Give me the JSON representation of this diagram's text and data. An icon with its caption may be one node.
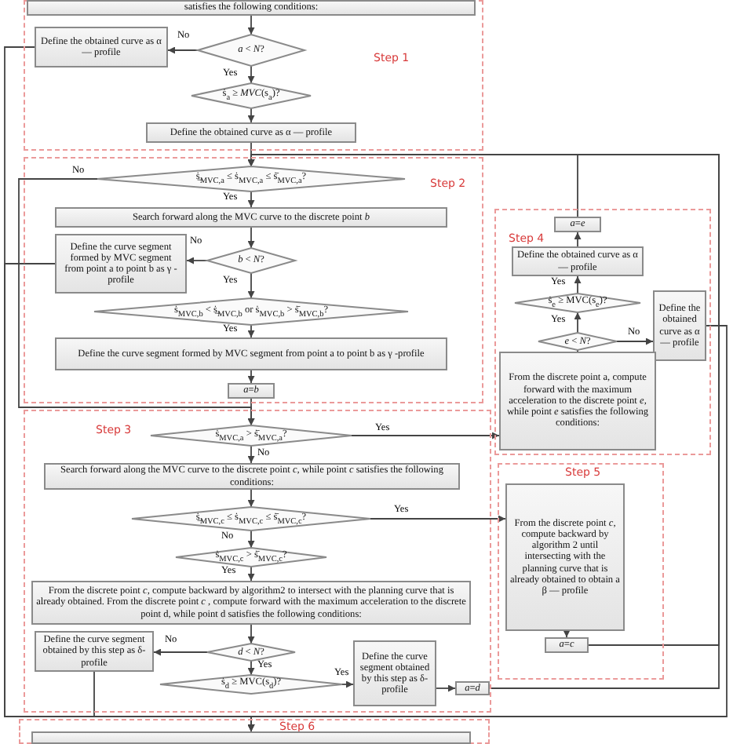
{
  "diagram": {
    "nodes": [
      {
        "text": [
          "Step 1"
        ]
      },
      {
        "text": [
          "satisfies the following conditions:"
        ],
        "in": 0
      },
      {
        "text": [
          "Define the obtained curve as α — profile"
        ],
        "in": 0
      },
      {
        "text": [
          "*a* < *N*?"
        ],
        "in": 0
      },
      {
        "text": [
          "ṡ$_{a}$ ≥ *MVC*(s$_{a}$)?"
        ],
        "in": 0
      },
      {
        "text": [
          "Define the obtained curve as α — profile"
        ],
        "in": 0
      },
      {
        "text": [
          "Step 2"
        ]
      },
      {
        "text": [
          "ṡ̲$_{MVC,a}$ ≤ ṡ$_{MVC,a}$ ≤ ṡ̄$_{MVC,a}$?"
        ],
        "in": 6
      },
      {
        "text": [
          "Search forward along the MVC curve to the discrete point *b*"
        ],
        "in": 6
      },
      {
        "text": [
          "Define the curve segment formed by MVC segment from point a to point b as γ -profile"
        ],
        "in": 6
      },
      {
        "text": [
          "*b* < *N*?"
        ],
        "in": 6
      },
      {
        "text": [
          "ṡ$_{MVC,b}$ < ṡ̲$_{MVC,b}$ or ṡ$_{MVC,b}$ > ṡ̄$_{MVC,b}$?"
        ],
        "in": 6
      },
      {
        "text": [
          "Define the curve segment formed by MVC segment from point a to point b as γ -profile"
        ],
        "in": 6
      },
      {
        "text": [
          "*a*=*b*"
        ],
        "in": 6
      },
      {
        "text": [
          "Step 4"
        ]
      },
      {
        "text": [
          "*a*=*e*"
        ],
        "in": 14
      },
      {
        "text": [
          "Define the obtained curve as α — profile"
        ],
        "in": 14
      },
      {
        "text": [
          "ṡ$_{e}$ ≥ MVC(s$_{e}$)?"
        ],
        "in": 14
      },
      {
        "text": [
          "Define the obtained curve as α — profile"
        ],
        "in": 14
      },
      {
        "text": [
          "*e* < *N*?"
        ],
        "in": 14
      },
      {
        "text": [
          "From the discrete point a, compute forward with the maximum acceleration to the discrete point *e*, while point *e* satisfies the following conditions:"
        ],
        "in": 14
      },
      {
        "text": [
          "Step 3"
        ]
      },
      {
        "text": [
          "ṡ$_{MVC,a}$ > ṡ̄$_{MVC,a}$?"
        ],
        "in": 21
      },
      {
        "text": [
          "Search forward along the MVC curve to the discrete point *c*, while point *c*  satisfies the following conditions:"
        ],
        "in": 21
      },
      {
        "text": [
          "ṡ̲$_{MVC,c}$ ≤ ṡ$_{MVC,c}$ ≤ ṡ̄$_{MVC,c}$?"
        ],
        "in": 21
      },
      {
        "text": [
          "ṡ$_{MVC,c}$ > ṡ̄$_{MVC,c}$?"
        ],
        "in": 21
      },
      {
        "text": [
          "From the discrete point *c*, compute backward by algorithm2 to intersect with the planning curve that is already obtained. From the discrete point *c* , compute forward with the maximum acceleration to the discrete point d, while point d  satisfies the following conditions:"
        ],
        "in": 21
      },
      {
        "text": [
          "Define the  curve segment obtained by this step  as δ-profile"
        ],
        "in": 21
      },
      {
        "text": [
          "*d* < *N*?"
        ],
        "in": 21
      },
      {
        "text": [
          "ṡ$_{d}$ ≥ MVC(s$_{d}$)?"
        ],
        "in": 21
      },
      {
        "text": [
          "Define the curve segment obtained by this step  as δ-profile"
        ],
        "in": 21
      },
      {
        "text": [
          "*a*=*d*"
        ],
        "in": 21
      },
      {
        "text": [
          "Step 5"
        ]
      },
      {
        "text": [
          "From the discrete point *c*, compute backward by algorithm 2 until intersecting with the planning curve that is already obtained to obtain a β — profile"
        ],
        "in": 32
      },
      {
        "text": [
          "*a*=*c*"
        ],
        "in": 32
      },
      {
        "text": [
          "Step 6"
        ]
      },
      {
        "text": [],
        "shape": "box",
        "in": 35
      }
    ],
    "edges": [
      {
        "from": 1,
        "to": 3,
        "arrow": "to"
      },
      {
        "from": 3,
        "to": 2,
        "arrow": "to",
        "label": "No"
      },
      {
        "from": 3,
        "to": 4,
        "arrow": "to",
        "label": "Yes"
      },
      {
        "from": 4,
        "to": 5,
        "arrow": "to"
      },
      {
        "from": 5,
        "to": 7,
        "arrow": "to"
      },
      {
        "from": 7,
        "to": 8,
        "arrow": "to",
        "label": "Yes"
      },
      {
        "from": 7,
        "to": 22,
        "arrow": "to",
        "label": "No"
      },
      {
        "from": 8,
        "to": 10,
        "arrow": "to"
      },
      {
        "from": 10,
        "to": 9,
        "arrow": "to",
        "label": "No"
      },
      {
        "from": 10,
        "to": 11,
        "arrow": "to",
        "label": "Yes"
      },
      {
        "from": 11,
        "to": 12,
        "arrow": "to",
        "label": "Yes"
      },
      {
        "from": 12,
        "to": 13,
        "arrow": "to"
      },
      {
        "from": 13,
        "to": 22,
        "arrow": "to"
      },
      {
        "from": 22,
        "to": 20,
        "arrow": "to",
        "label": "Yes"
      },
      {
        "from": 22,
        "to": 23,
        "arrow": "to",
        "label": "No"
      },
      {
        "from": 23,
        "to": 24,
        "arrow": "to"
      },
      {
        "from": 24,
        "to": 33,
        "arrow": "to",
        "label": "Yes"
      },
      {
        "from": 24,
        "to": 25,
        "arrow": "to",
        "label": "No"
      },
      {
        "from": 25,
        "to": 26,
        "arrow": "to",
        "label": "Yes"
      },
      {
        "from": 26,
        "to": 28,
        "arrow": "to"
      },
      {
        "from": 28,
        "to": 27,
        "arrow": "to",
        "label": "No"
      },
      {
        "from": 28,
        "to": 29,
        "arrow": "to",
        "label": "Yes"
      },
      {
        "from": 29,
        "to": 30,
        "arrow": "to",
        "label": "Yes"
      },
      {
        "from": 30,
        "to": 31,
        "arrow": "to"
      },
      {
        "from": 20,
        "to": 19,
        "arrow": "to"
      },
      {
        "from": 19,
        "to": 17,
        "arrow": "to",
        "label": "Yes"
      },
      {
        "from": 19,
        "to": 18,
        "arrow": "to",
        "label": "No"
      },
      {
        "from": 17,
        "to": 16,
        "arrow": "to",
        "label": "Yes"
      },
      {
        "from": 16,
        "to": 15,
        "arrow": "to"
      },
      {
        "from": 15,
        "to": 7,
        "arrow": "to"
      },
      {
        "from": 33,
        "to": 34,
        "arrow": "to"
      },
      {
        "from": 34,
        "to": 7,
        "arrow": "to"
      },
      {
        "from": 31,
        "to": 7,
        "arrow": "to"
      },
      {
        "from": 2,
        "to": 36,
        "arrow": "to"
      },
      {
        "from": 9,
        "to": 36,
        "arrow": "to"
      },
      {
        "from": 27,
        "to": 36,
        "arrow": "to"
      },
      {
        "from": 18,
        "to": 36,
        "arrow": "to"
      }
    ]
  }
}
